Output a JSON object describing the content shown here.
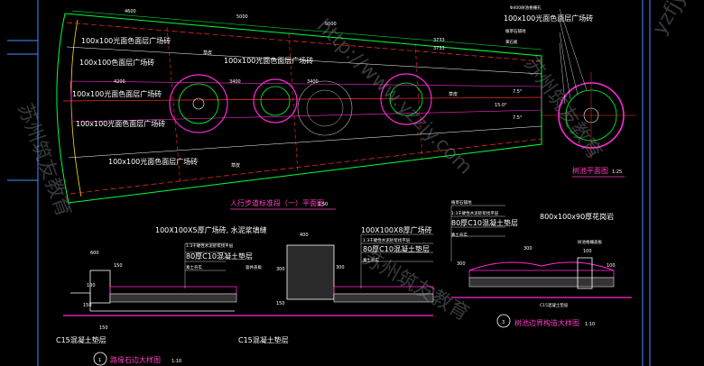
{
  "colors": {
    "background": "#000000",
    "frame": "#4a8cff",
    "green": "#00ff3a",
    "magenta": "#ff2ad4",
    "red": "#ff3030",
    "white": "#ffffff",
    "yellow": "#ffe000",
    "cyan": "#40ffff"
  },
  "plan": {
    "dims_top": [
      "4600",
      "5000",
      "5000",
      "3733",
      "3733"
    ],
    "dims_mid": [
      "4200",
      "3400",
      "3400"
    ],
    "row_label": "100x100光面色面层广场砖",
    "row_label_a": "100x100光面色面层广场砖",
    "row_label_b": "100x100光面色面层广场砖",
    "row_label_c": "100x100光面色面层广场砖",
    "row_label_d": "100x100光面色面层广场砖",
    "paving_label": "100x100色面层广场砖",
    "grass_label": "草皮",
    "grass_label_2": "草皮",
    "grass_label_3": "草皮",
    "width_dims": [
      "7.5°",
      "7.5°",
      "15.0°"
    ],
    "title": "人行步道标准段（一）平面图",
    "scale": "1:50"
  },
  "tree_pool_plan": {
    "title": "树池平面图",
    "scale": "1:25",
    "notes": [
      "Φ400树池格栅孔",
      "100x100光面色面层广场砖",
      "植草石铺地",
      "黄石板"
    ]
  },
  "detail1": {
    "number": "1",
    "title": "路缘石边大样图",
    "scale": "1:10",
    "dims": [
      "600",
      "150",
      "100",
      "150",
      "150"
    ],
    "notes": [
      "100X100X5厚广场砖, 水泥浆填缝",
      "1:3干硬性水泥砂浆找平层",
      "80厚C10混凝土垫层",
      "素土夯实",
      "C15混凝土垫层"
    ]
  },
  "detail2": {
    "dims": [
      "400",
      "300",
      "150",
      "300"
    ],
    "notes": [
      "100X100X8厚广场砖",
      "1:3干硬性水泥砂浆找平层",
      "80厚C10混凝土垫层",
      "素土夯实",
      "C15混凝土垫层",
      "窨井盖板"
    ]
  },
  "detail3": {
    "number": "3",
    "title": "树池边界构造大样图",
    "scale": "1:10",
    "dims": [
      "300",
      "100",
      "100",
      "300"
    ],
    "notes": [
      "植草石铺地",
      "1:3干硬性水泥砂浆找平层",
      "80厚C10混凝土垫层",
      "素土夯实",
      "800x100x90厚花岗岩",
      "树池格栅盖板",
      "C15混凝土垫层"
    ]
  },
  "watermark": {
    "text1": "苏州筑友教育",
    "text2": "http://www.yzzjy.com",
    "text3": "yzfjy",
    "text4": "苏州筑友教育",
    "text5": "苏州筑友教育"
  }
}
